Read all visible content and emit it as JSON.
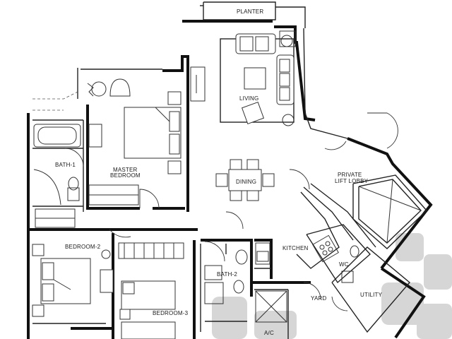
{
  "plan": {
    "rooms": {
      "planter": "PLANTER",
      "living": "LIVING",
      "master_bedroom_line1": "MASTER",
      "master_bedroom_line2": "BEDROOM",
      "bath1": "BATH-1",
      "dining": "DINING",
      "private_lift_lobby_line1": "PRIVATE",
      "private_lift_lobby_line2": "LIFT LOBBY",
      "bedroom2": "BEDROOM-2",
      "kitchen": "KITCHEN",
      "wc": "WC",
      "bath2": "BATH-2",
      "bedroom3": "BEDROOM-3",
      "yard": "YARD",
      "utility": "UTILITY",
      "ac_ledge": "A/C"
    },
    "colors": {
      "line": "#111111",
      "background": "#ffffff",
      "watermark": "#d6d6d6"
    }
  }
}
